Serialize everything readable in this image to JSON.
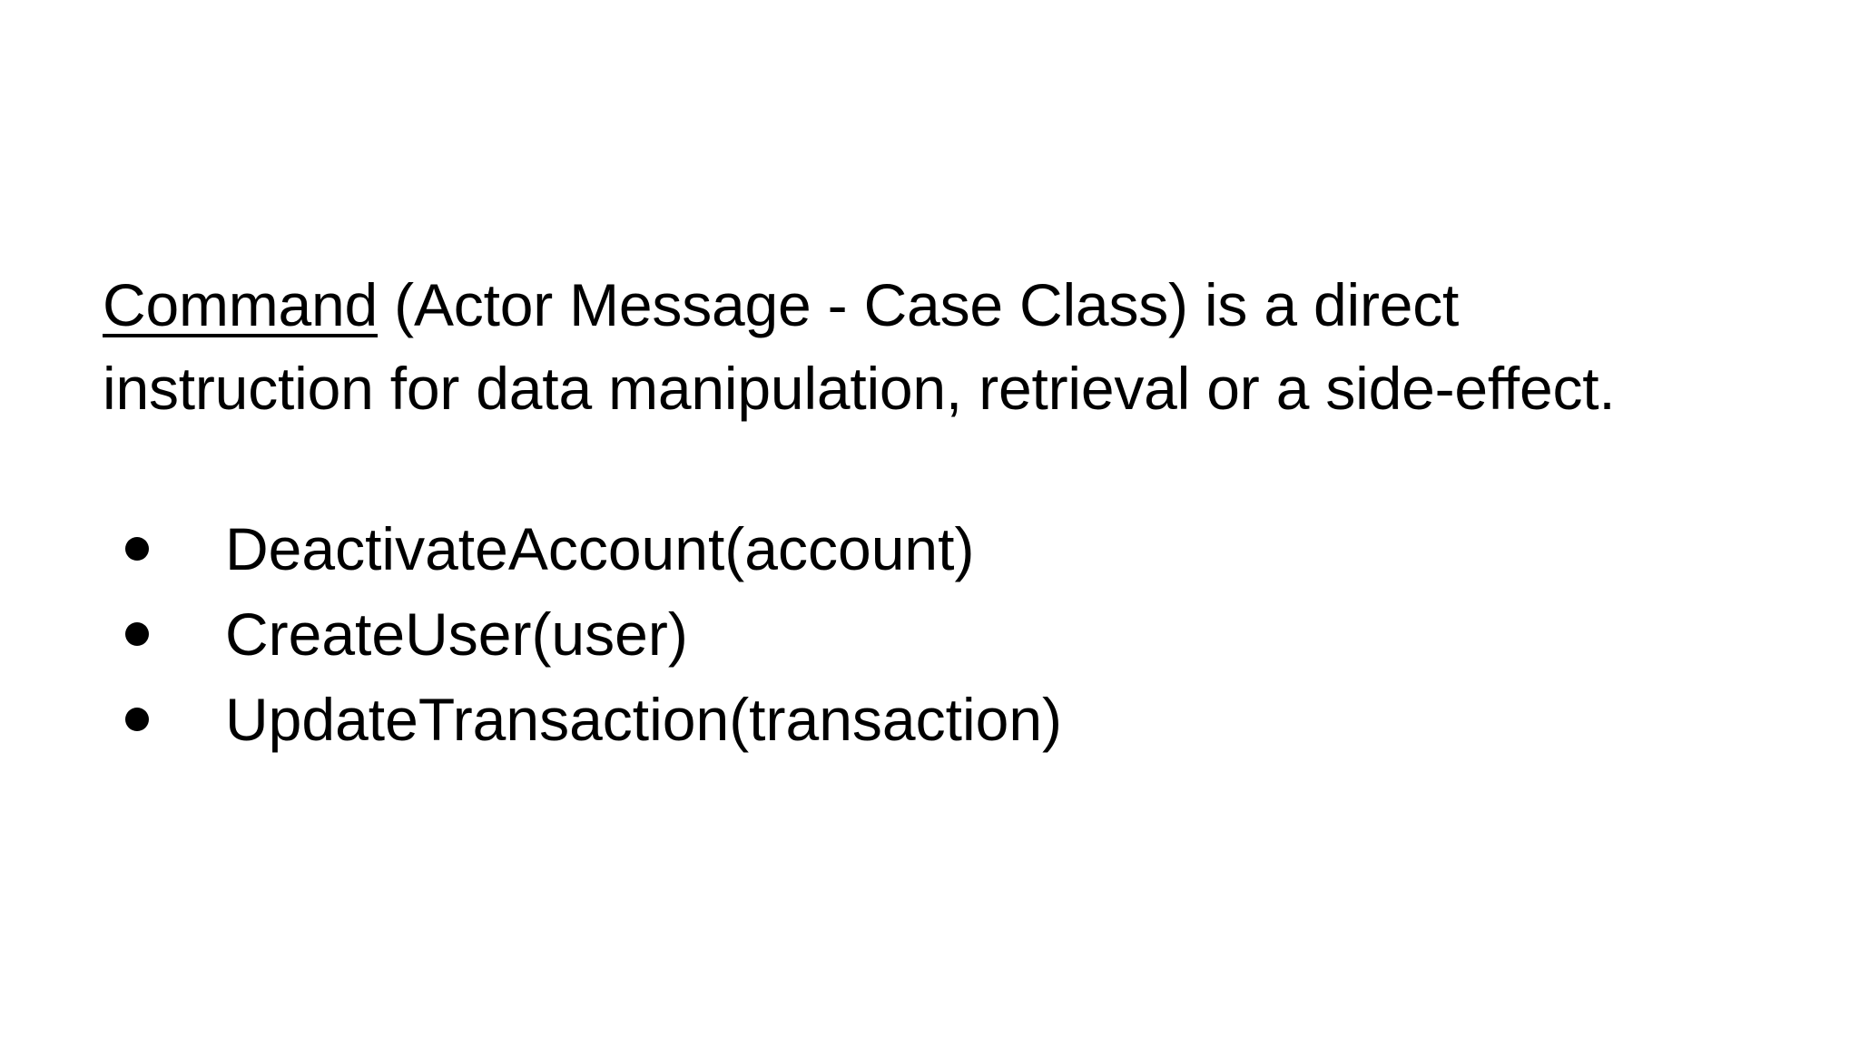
{
  "slide": {
    "background_color": "#ffffff",
    "text_color": "#000000",
    "paragraph": {
      "term": "Command",
      "term_style": "underline",
      "rest": " (Actor Message - Case Class) is a direct instruction for data manipulation, retrieval or a side-effect.",
      "full_text": "Command (Actor Message - Case Class) is a direct instruction for data manipulation, retrieval or a side-effect."
    },
    "bullets": [
      {
        "label": "DeactivateAccount(account)",
        "marker": "bullet-dot"
      },
      {
        "label": "CreateUser(user)",
        "marker": "bullet-dot"
      },
      {
        "label": "UpdateTransaction(transaction)",
        "marker": "bullet-dot"
      }
    ]
  }
}
